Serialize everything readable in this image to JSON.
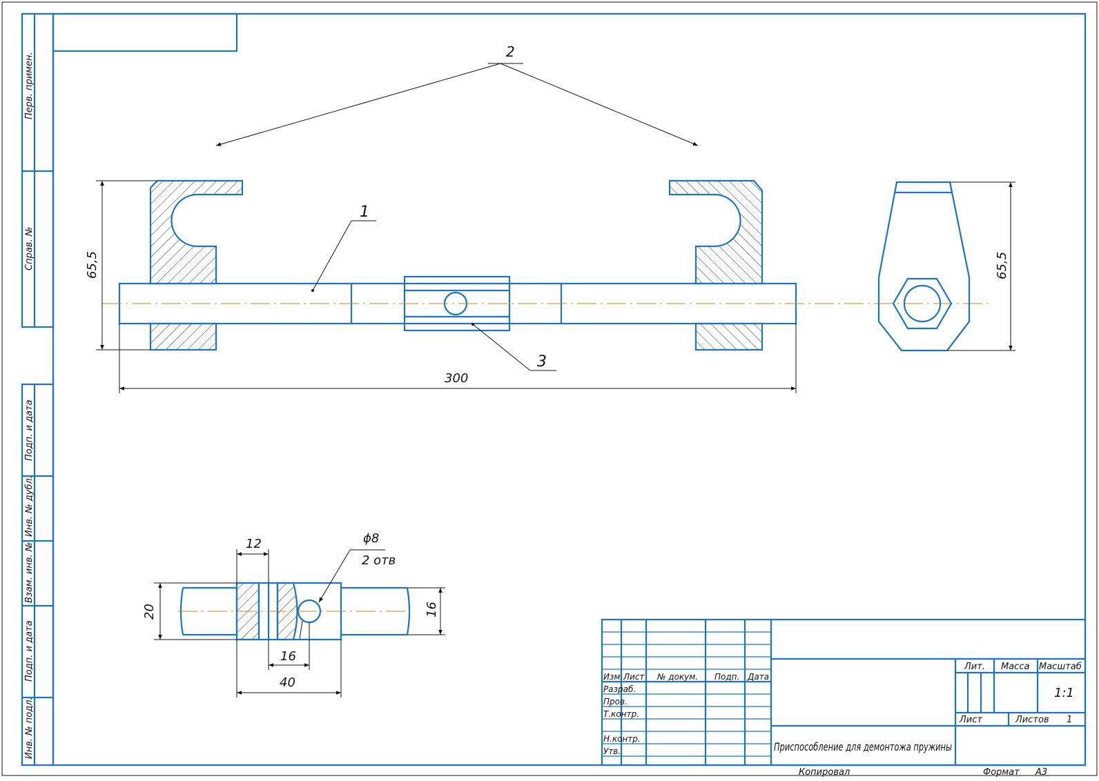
{
  "colors": {
    "outline": "#1a73c4",
    "thin": "#111111",
    "axis": "#c8862a",
    "background": "#ffffff"
  },
  "callouts": {
    "part1": "1",
    "part2": "2",
    "part3": "3"
  },
  "dimensions": {
    "overall_length": "300",
    "height_left": "65,5",
    "height_right": "65,5",
    "detail_slot_width": "12",
    "detail_hole": "ϕ8",
    "detail_hole_count": "2 отв",
    "detail_height": "20",
    "detail_shaft": "16",
    "detail_hole_offset": "16",
    "detail_length": "40"
  },
  "side_frame": {
    "perv_primen": "Перв. примен.",
    "sprav_no": "Справ. №",
    "podp_data_1": "Подп. и дата",
    "inv_dubl": "Инв. № дубл.",
    "vzam_inv": "Взам. инв. №",
    "podp_data_2": "Подп. и дата",
    "inv_podl": "Инв. № подл."
  },
  "title_block": {
    "col_izm": "Изм.",
    "col_list": "Лист",
    "col_doc": "№ докум.",
    "col_podp": "Подп.",
    "col_data": "Дата",
    "razrab": "Разраб.",
    "prov": "Пров.",
    "t_kontr": "Т.контр.",
    "n_kontr": "Н.контр.",
    "utv": "Утв.",
    "lit": "Лит.",
    "massa": "Масса",
    "masshtab": "Масштаб",
    "scale_value": "1:1",
    "list_label": "Лист",
    "listov_label": "Листов",
    "listov_value": "1",
    "title": "Приспособление для демонтожа пружины"
  },
  "footer": {
    "kopiroval": "Копировал",
    "format_label": "Формат",
    "format_value": "А3"
  }
}
